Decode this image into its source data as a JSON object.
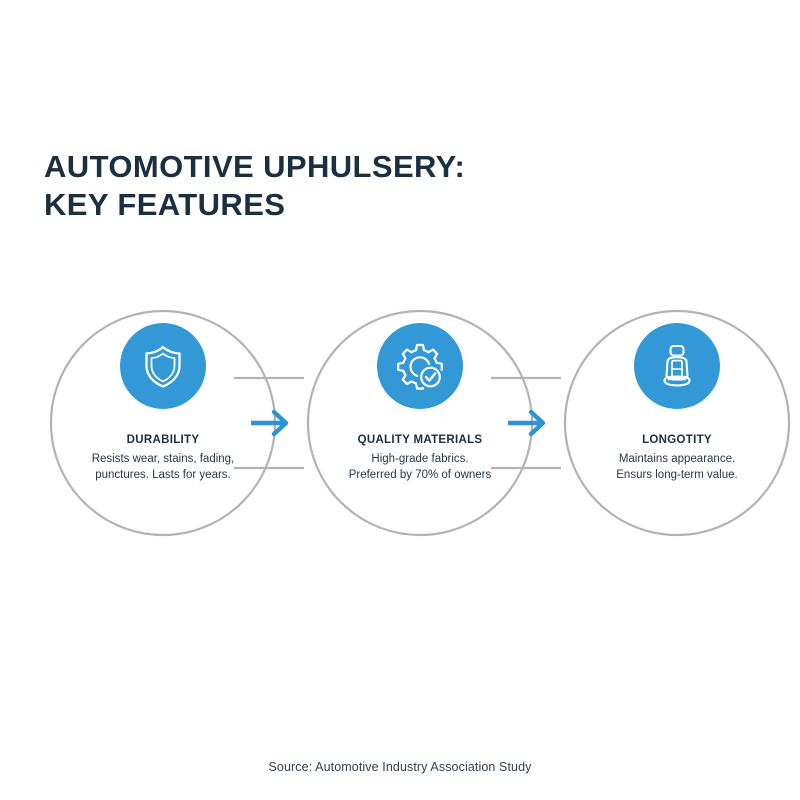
{
  "title": {
    "line1": "AUTOMOTIVE UPHULSERY:",
    "line2": "KEY FEATURES"
  },
  "colors": {
    "title": "#1c2f41",
    "icon_circle": "#3399d6",
    "arrow": "#2b93d6",
    "ring_outline": "#b3b3b3",
    "body_text": "#24384b",
    "footer_text": "#33404d",
    "background": "#ffffff"
  },
  "nodes": [
    {
      "icon": "shield-icon",
      "heading": "DURABILITY",
      "desc_line1": "Resists wear, stains, fading,",
      "desc_line2": "punctures. Lasts for years."
    },
    {
      "icon": "gear-check-icon",
      "heading": "QUALITY MATERIALS",
      "desc_line1": "High-grade fabrics.",
      "desc_line2": "Preferred by 70% of owners"
    },
    {
      "icon": "car-seat-icon",
      "heading": "LONGOTITY",
      "desc_line1": "Maintains appearance.",
      "desc_line2": "Ensurs long-term value."
    }
  ],
  "connectors": [
    {
      "icon": "arrow-right-icon"
    },
    {
      "icon": "arrow-right-icon"
    }
  ],
  "footer": {
    "source": "Source: Automotive Industry Association Study"
  }
}
